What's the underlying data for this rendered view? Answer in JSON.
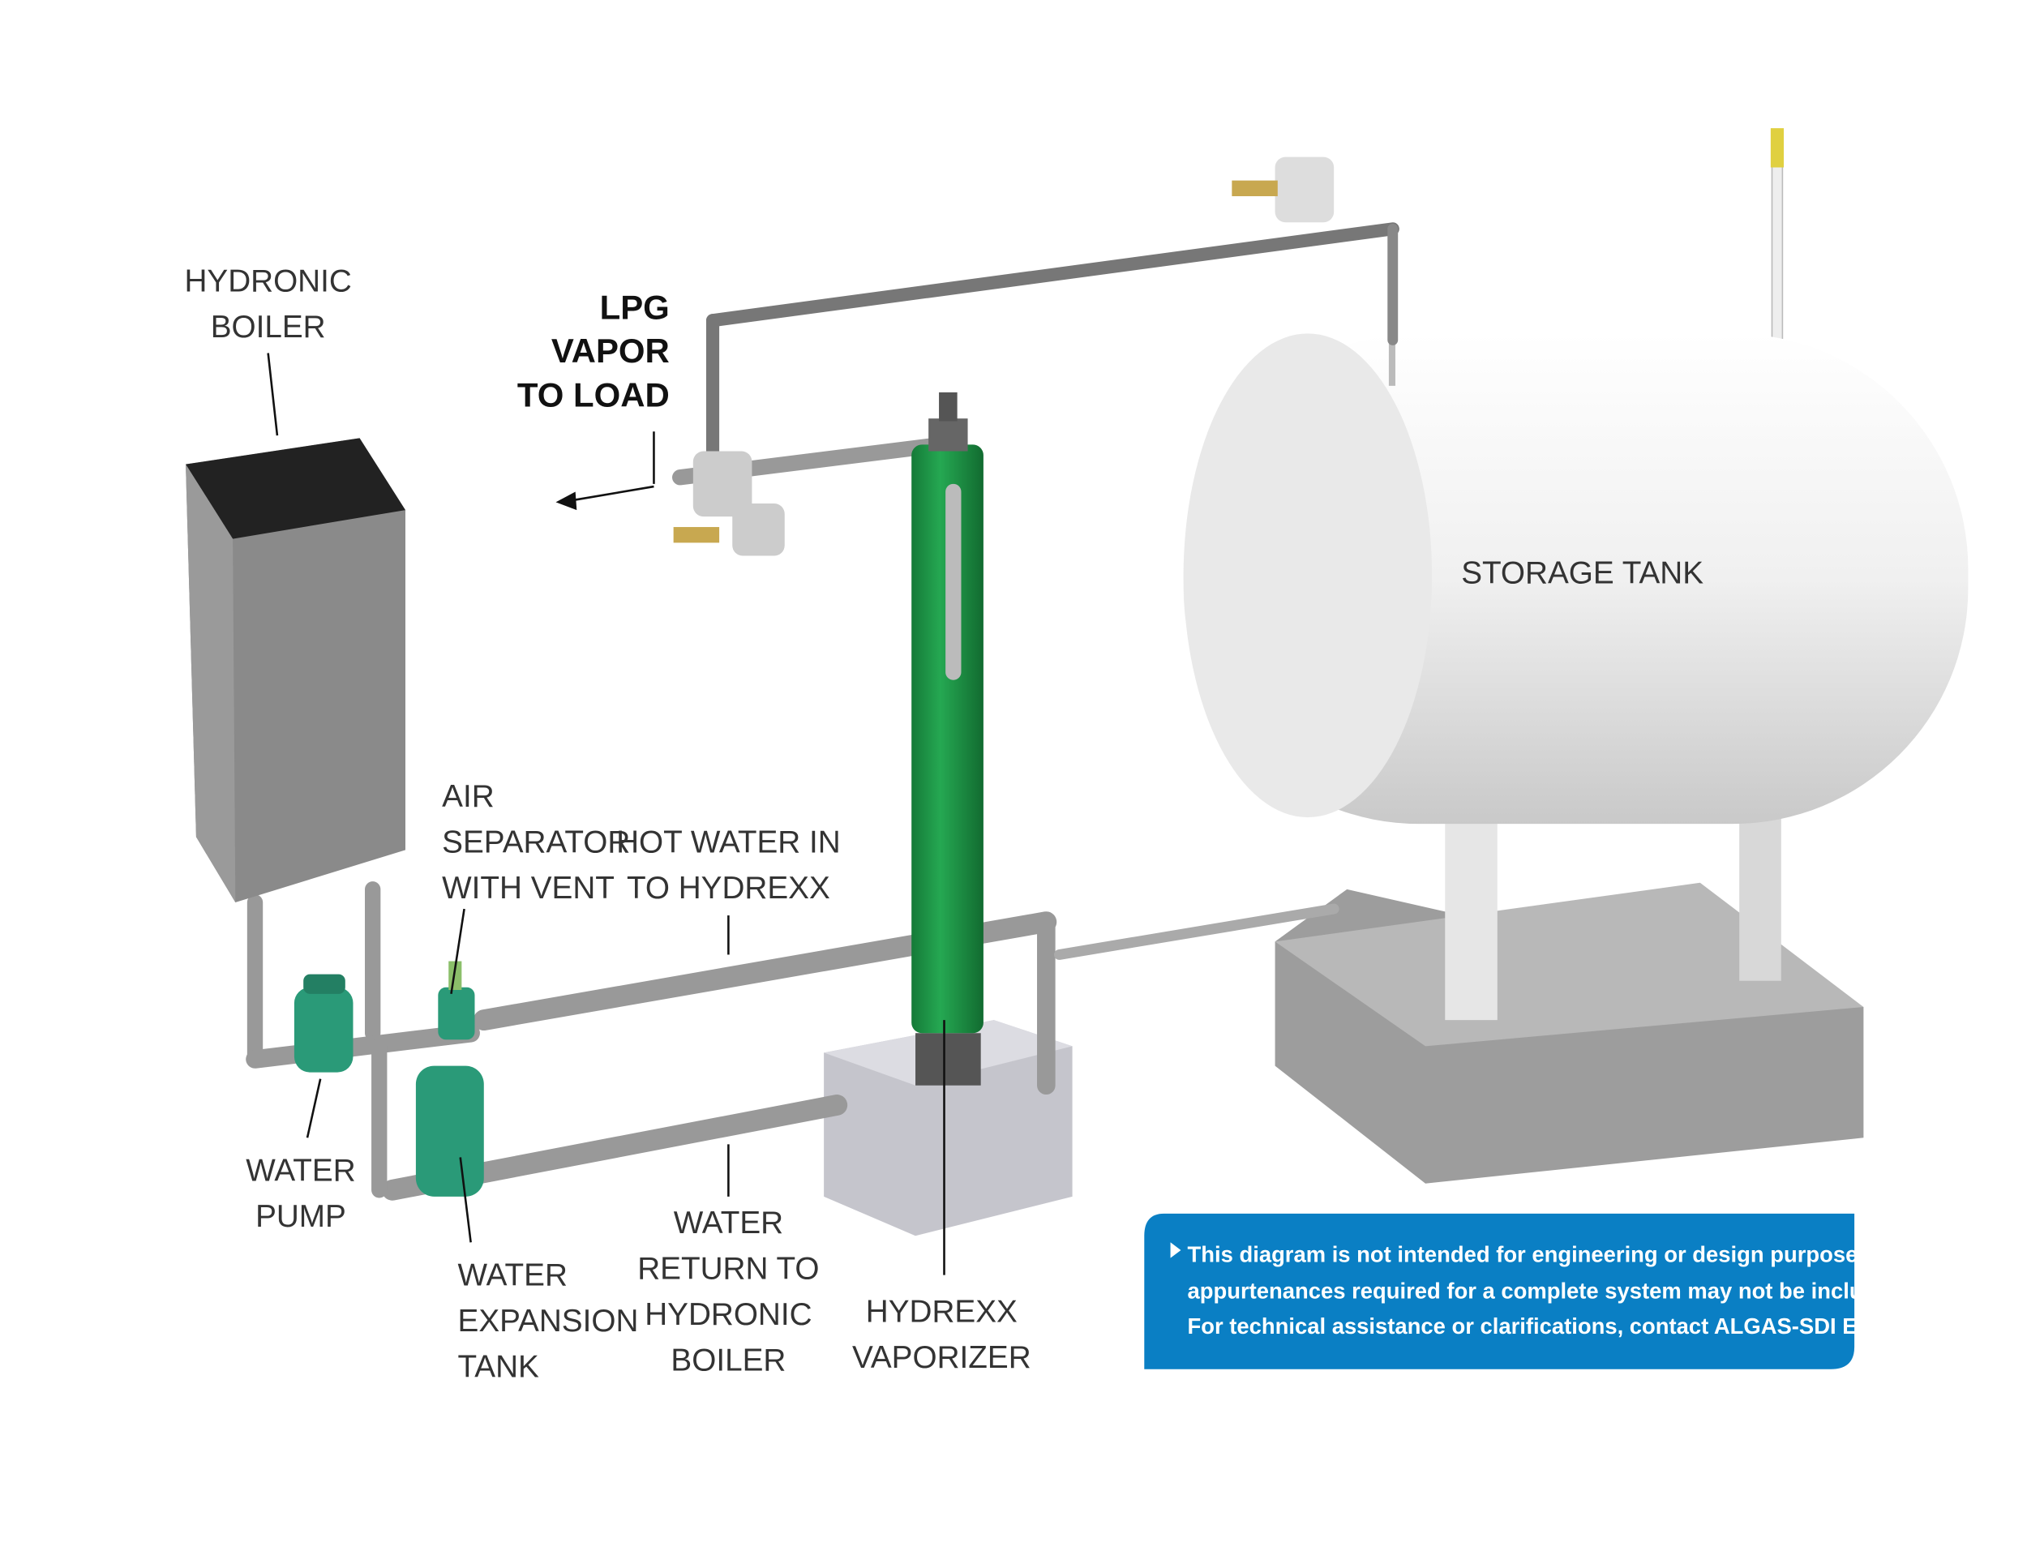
{
  "labels": {
    "hydronic_boiler": [
      "HYDRONIC",
      "BOILER"
    ],
    "lpg_vapor": [
      "LPG",
      "VAPOR",
      "TO LOAD"
    ],
    "storage_tank": "STORAGE TANK",
    "air_separator": [
      "AIR",
      "SEPARATOR",
      "WITH VENT"
    ],
    "hot_water_in": [
      "HOT WATER IN",
      "TO HYDREXX"
    ],
    "water_pump": [
      "WATER",
      "PUMP"
    ],
    "expansion_tank": [
      "WATER",
      "EXPANSION",
      "TANK"
    ],
    "water_return": [
      "WATER",
      "RETURN TO",
      "HYDRONIC",
      "BOILER"
    ],
    "vaporizer": [
      "HYDREXX",
      "VAPORIZER"
    ]
  },
  "notice": {
    "lines": [
      "This diagram is not intended for engineering or design purposes. Detailed",
      "appurtenances required for a complete system may not be included or annotated.",
      "For technical assistance or clarifications, contact ALGAS-SDI Engineering."
    ],
    "bg_color": "#0a7fc4"
  },
  "colors": {
    "vaporizer": "#1e9a4a",
    "pump": "#2a9a78",
    "tank": "#f2f2f2",
    "boiler": "#8a8a8a"
  }
}
